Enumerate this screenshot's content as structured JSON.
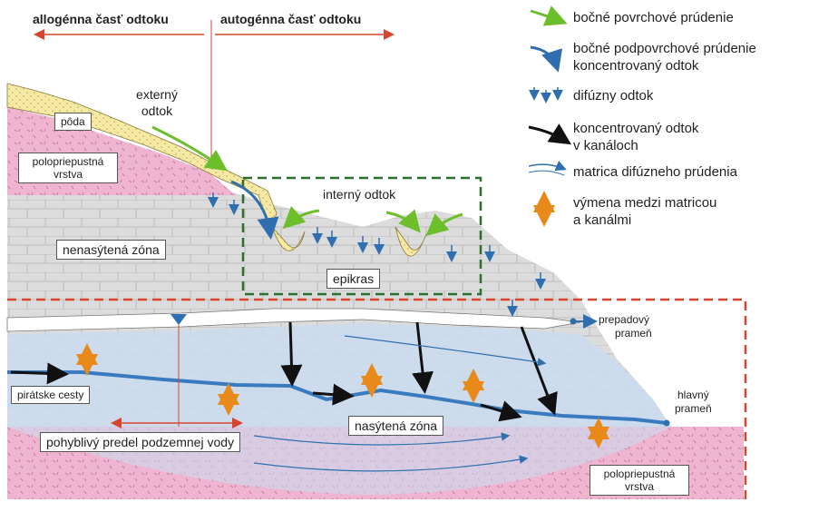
{
  "header": {
    "allogenic": "allogénna časť odtoku",
    "autogenic": "autogénna časť odtoku"
  },
  "legend": {
    "lateral_surface": "bočné povrchové prúdenie",
    "lateral_subsurface_1": "bočné podpovrchové prúdenie ",
    "lateral_subsurface_2": "koncentrovaný odtok",
    "diffuse": "difúzny odtok",
    "channel_1": "koncentrovaný odtok",
    "channel_2": "v kanáloch",
    "matrix": "matrica difúzneho prúdenia",
    "exchange_1": "výmena medzi matricou",
    "exchange_2": "a kanálmi"
  },
  "labels": {
    "soil": "pôda",
    "semi_top_1": "polopriepustná",
    "semi_top_2": "vrstva",
    "external_1": "externý",
    "external_2": "odtok",
    "internal": "interný odtok",
    "unsaturated": "nenasýtená zóna",
    "epikarst": "epikras",
    "overflow_1": "prepadový",
    "overflow_2": "prameň",
    "pirate": "pirátske cesty",
    "main_1": "hlavný",
    "main_2": "prameň",
    "saturated": "nasýtená zóna",
    "water_table": "pohyblivý predel podzemnej vody",
    "semi_bot_1": "polopriepustná",
    "semi_bot_2": "vrstva"
  },
  "colors": {
    "green_arrow": "#6cbf2a",
    "blue_arrow": "#2f6fb0",
    "orange_arrow": "#e88a1a",
    "red_dashed": "#d9442e",
    "green_dashed": "#2f6e2a",
    "pink_layer": "#efb4cf",
    "soil": "#f6e9a4",
    "limestone": "#dcdcdc",
    "water": "#c9dcef"
  }
}
